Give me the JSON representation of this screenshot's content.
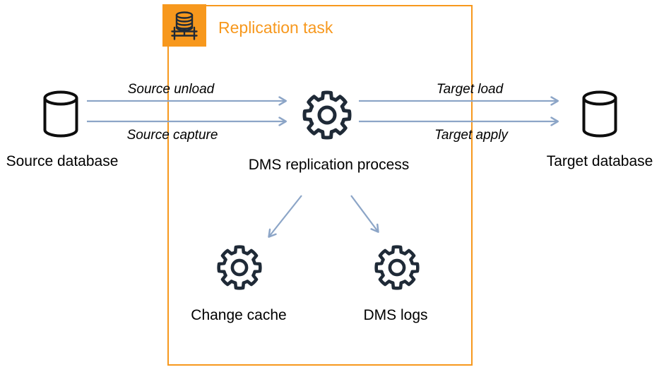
{
  "diagram": {
    "task": {
      "title": "Replication task",
      "icon": "dms-database-bridge-icon"
    },
    "nodes": {
      "source_db": {
        "label": "Source database",
        "icon": "database-cylinder-icon"
      },
      "dms_process": {
        "label": "DMS replication process",
        "icon": "gear-icon"
      },
      "target_db": {
        "label": "Target database",
        "icon": "database-cylinder-icon"
      },
      "change_cache": {
        "label": "Change cache",
        "icon": "gear-icon"
      },
      "dms_logs": {
        "label": "DMS logs",
        "icon": "gear-icon"
      }
    },
    "edges": {
      "source_unload": {
        "label": "Source unload",
        "from": "source_db",
        "to": "dms_process"
      },
      "source_capture": {
        "label": "Source capture",
        "from": "source_db",
        "to": "dms_process"
      },
      "target_load": {
        "label": "Target load",
        "from": "dms_process",
        "to": "target_db"
      },
      "target_apply": {
        "label": "Target apply",
        "from": "dms_process",
        "to": "target_db"
      },
      "to_change_cache": {
        "label": "",
        "from": "dms_process",
        "to": "change_cache"
      },
      "to_dms_logs": {
        "label": "",
        "from": "dms_process",
        "to": "dms_logs"
      }
    },
    "colors": {
      "accent_orange": "#F7981D",
      "arrow_blue": "#8CA5C7",
      "icon_navy": "#1F2A37",
      "icon_black": "#0D0D0D",
      "text_black": "#000000"
    }
  }
}
